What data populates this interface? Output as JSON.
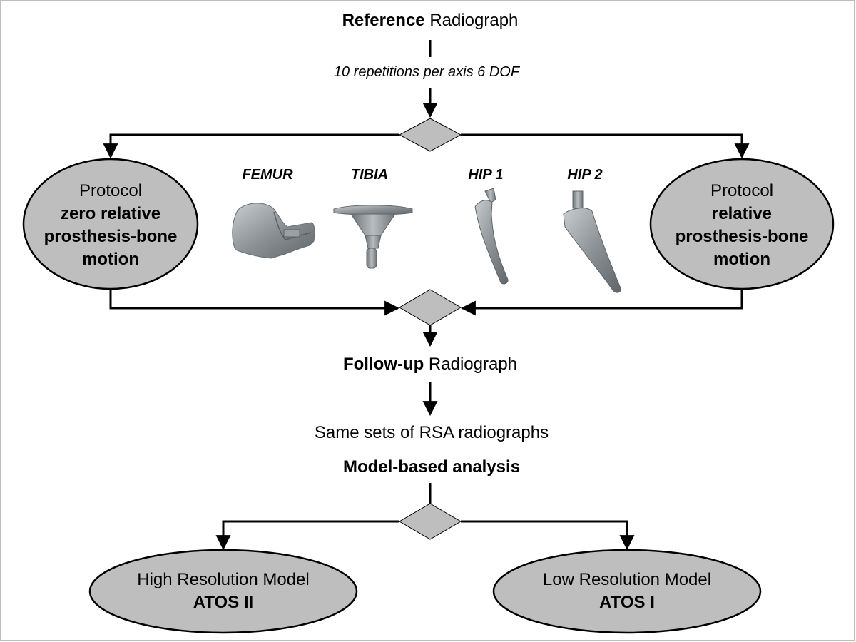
{
  "reference": {
    "bold": "Reference",
    "regular": " Radiograph"
  },
  "repetitions": "10 repetitions per axis 6 DOF",
  "protocol_left": {
    "line1": "Protocol",
    "line2": "zero relative",
    "line3": "prosthesis-bone",
    "line4": "motion"
  },
  "protocol_right": {
    "line1": "Protocol",
    "line2": "relative",
    "line3": "prosthesis-bone",
    "line4": "motion"
  },
  "prostheses": {
    "femur": "FEMUR",
    "tibia": "TIBIA",
    "hip1": "HIP 1",
    "hip2": "HIP 2"
  },
  "followup": {
    "bold": "Follow-up",
    "regular": " Radiograph"
  },
  "same_sets": "Same sets of RSA radiographs",
  "model_based": "Model-based analysis",
  "high_res": {
    "line1": "High Resolution Model",
    "line2": "ATOS II"
  },
  "low_res": {
    "line1": "Low Resolution Model",
    "line2": "ATOS I"
  },
  "colors": {
    "shape_fill": "#bebebe",
    "line": "#000000",
    "implant": "#8f9498"
  }
}
